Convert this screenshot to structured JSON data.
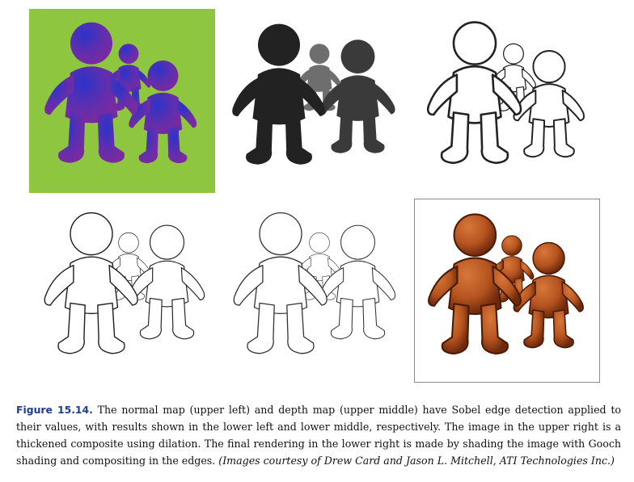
{
  "figure": {
    "label": "Figure 15.14.",
    "caption_text": "The normal map (upper left) and depth map (upper middle) have Sobel edge detection applied to their values, with results shown in the lower left and lower middle, respectively. The image in the upper right is a thickened composite using dilation. The final rendering in the lower right is made by shading the image with Gooch shading and compositing in the edges.",
    "credit": "(Images courtesy of Drew Card and Jason L. Mitchell, ATI Technologies Inc.)"
  },
  "colors": {
    "normal_map_background": "#8fc640",
    "normal_map_body": "#5b2fb0",
    "normal_map_highlight": "#2b33c9",
    "depth_front": "#222222",
    "depth_middle": "#3a3a3a",
    "depth_back": "#6e6e6e",
    "edge_line": "#222222",
    "final_body": "#b5541f",
    "final_shadow": "#6f2a0b",
    "caption_label": "#1f3f8a"
  }
}
